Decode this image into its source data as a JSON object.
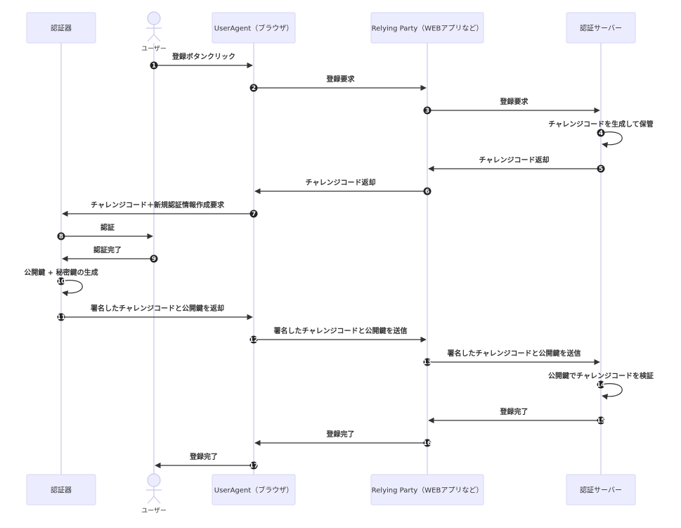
{
  "participants": [
    {
      "id": "authenticator",
      "label": "認証器",
      "kind": "box"
    },
    {
      "id": "user",
      "label": "ユーザー",
      "kind": "actor"
    },
    {
      "id": "useragent",
      "label": "UserAgent（ブラウザ）",
      "kind": "box"
    },
    {
      "id": "rp",
      "label": "Relying Party（WEBアプリなど）",
      "kind": "box"
    },
    {
      "id": "authserver",
      "label": "認証サーバー",
      "kind": "box"
    }
  ],
  "messages": [
    {
      "num": "1",
      "from": "user",
      "to": "useragent",
      "label": "登録ボタンクリック"
    },
    {
      "num": "2",
      "from": "useragent",
      "to": "rp",
      "label": "登録要求"
    },
    {
      "num": "3",
      "from": "rp",
      "to": "authserver",
      "label": "登録要求"
    },
    {
      "num": "4",
      "from": "authserver",
      "to": "authserver",
      "label": "チャレンジコードを生成して保管"
    },
    {
      "num": "5",
      "from": "authserver",
      "to": "rp",
      "label": "チャレンジコード返却"
    },
    {
      "num": "6",
      "from": "rp",
      "to": "useragent",
      "label": "チャレンジコード返却"
    },
    {
      "num": "7",
      "from": "useragent",
      "to": "authenticator",
      "label": "チャレンジコード＋新規認証情報作成要求"
    },
    {
      "num": "8",
      "from": "authenticator",
      "to": "user",
      "label": "認証"
    },
    {
      "num": "9",
      "from": "user",
      "to": "authenticator",
      "label": "認証完了"
    },
    {
      "num": "10",
      "from": "authenticator",
      "to": "authenticator",
      "label": "公開鍵 + 秘密鍵の生成"
    },
    {
      "num": "11",
      "from": "authenticator",
      "to": "useragent",
      "label": "署名したチャレンジコードと公開鍵を返却"
    },
    {
      "num": "12",
      "from": "useragent",
      "to": "rp",
      "label": "署名したチャレンジコードと公開鍵を送信"
    },
    {
      "num": "13",
      "from": "rp",
      "to": "authserver",
      "label": "署名したチャレンジコードと公開鍵を送信"
    },
    {
      "num": "14",
      "from": "authserver",
      "to": "authserver",
      "label": "公開鍵でチャレンジコードを検証"
    },
    {
      "num": "15",
      "from": "authserver",
      "to": "rp",
      "label": "登録完了"
    },
    {
      "num": "16",
      "from": "rp",
      "to": "useragent",
      "label": "登録完了"
    },
    {
      "num": "17",
      "from": "useragent",
      "to": "user",
      "label": "登録完了"
    }
  ]
}
